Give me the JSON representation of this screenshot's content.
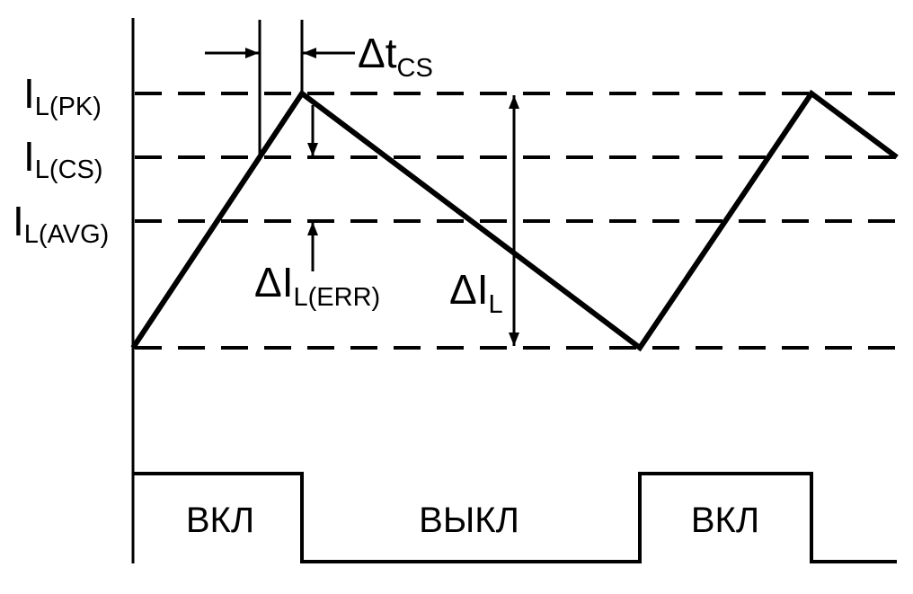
{
  "levels": {
    "pk": {
      "main": "I",
      "sub": "L(PK)"
    },
    "cs": {
      "main": "I",
      "sub": "L(CS)"
    },
    "avg": {
      "main": "I",
      "sub": "L(AVG)"
    }
  },
  "annotations": {
    "dt_cs": {
      "main": "Δt",
      "sub": "CS"
    },
    "di_err": {
      "main": "ΔI",
      "sub": "L(ERR)"
    },
    "di_l": {
      "main": "ΔI",
      "sub": "L"
    }
  },
  "states": {
    "on1": "ВКЛ",
    "off": "ВЫКЛ",
    "on2": "ВКЛ"
  },
  "colors": {
    "ink": "#000000",
    "background": "#ffffff"
  }
}
